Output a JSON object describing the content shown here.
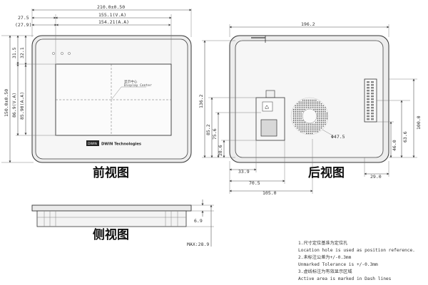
{
  "front": {
    "caption": "前视图",
    "dims": {
      "overall_width": "210.0±0.50",
      "va_width": "155.1(V.A)",
      "aa_width": "154.21(A.A)",
      "left_offset_a": "27.5",
      "left_offset_b": "(27.9)",
      "top_a": "31.5",
      "top_b": "32.1",
      "overall_height": "150.0±0.50",
      "va_height": "86.9(V.A)",
      "aa_height": "85.90(A.A)"
    },
    "display_center_cn": "显示中心",
    "display_center_en": "Display Center",
    "brand_badge": "DWIN",
    "brand_text": "DWIN Technologies"
  },
  "back": {
    "caption": "后视图",
    "dims": {
      "width": "196.2",
      "height_136": "136.2",
      "d85": "85.2",
      "d75": "75.6",
      "d28": "28.6",
      "d33": "33.9",
      "d70": "70.5",
      "d105": "105.0",
      "speaker_dia": "Φ47.5",
      "d46": "46.0",
      "d63": "63.6",
      "d100": "100.0",
      "d29": "29.0"
    }
  },
  "side": {
    "caption": "侧视图",
    "dims": {
      "thickness": "6.9",
      "max_depth": "MAX:28.9"
    }
  },
  "notes": [
    "1.尺寸定位基准为定位孔",
    "Location hole is used as position reference.",
    "2.未标注公差为+/-0.3mm",
    "Unmarked Tolerance is +/-0.3mm",
    "3.虚线标注为有效显示区域",
    "Active area is marked in Dash lines"
  ]
}
